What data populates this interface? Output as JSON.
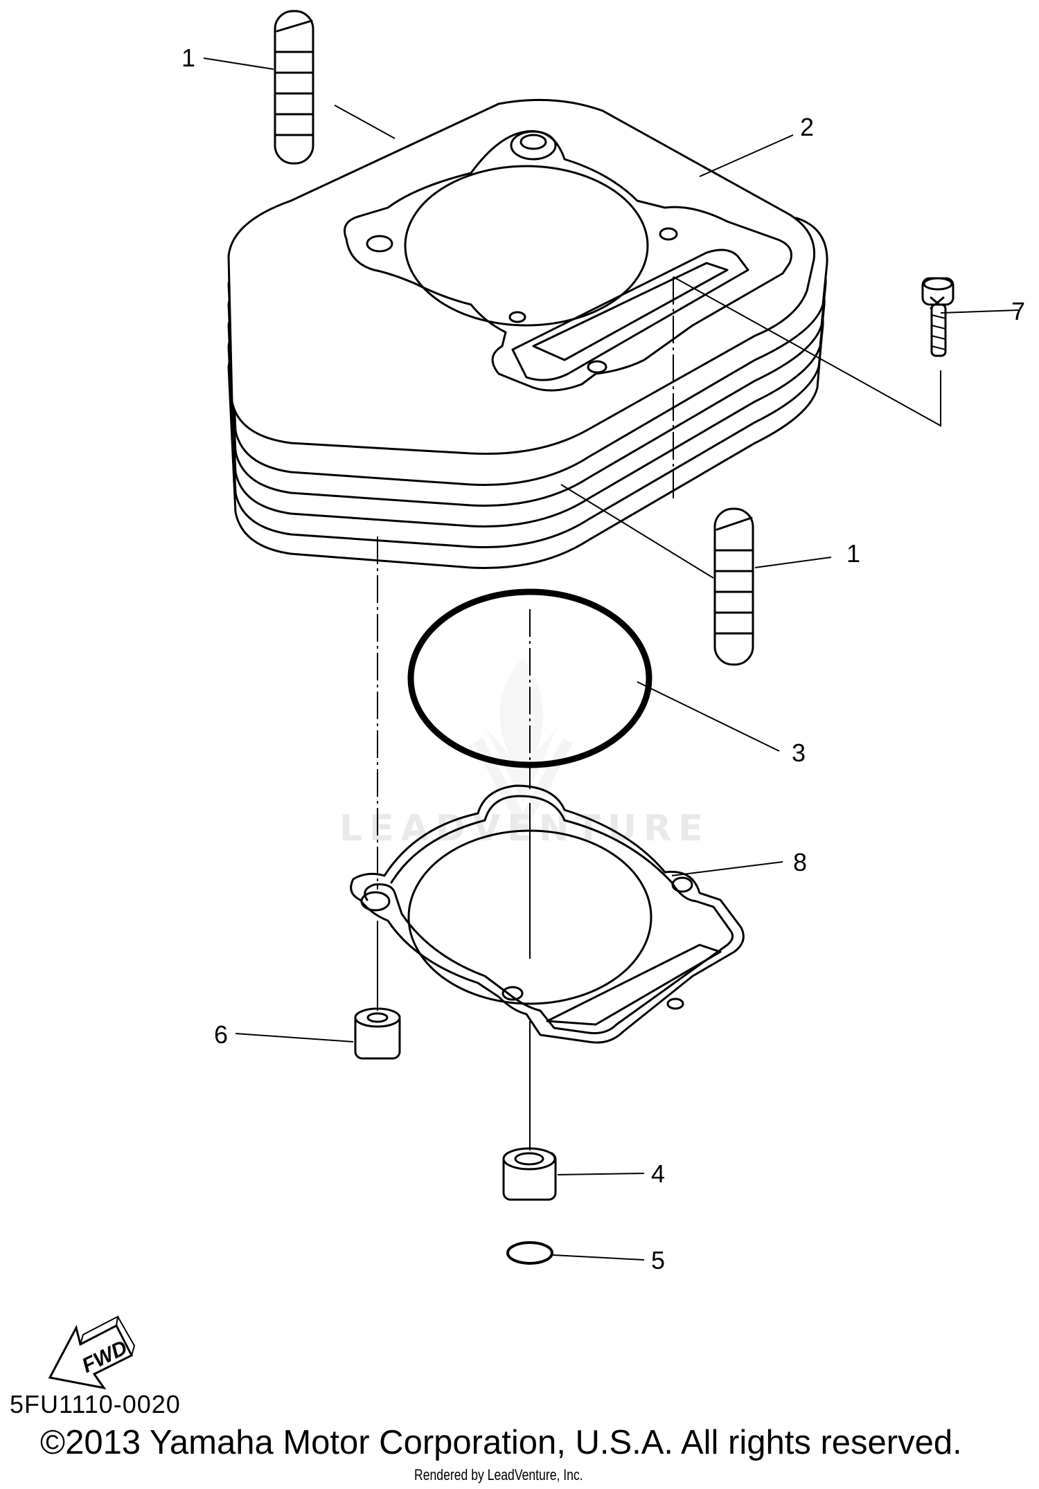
{
  "diagram": {
    "callouts": {
      "pin_top": "1",
      "cylinder": "2",
      "o_ring": "3",
      "dowel_large": "4",
      "o_ring_small": "5",
      "dowel_small": "6",
      "bolt": "7",
      "gasket": "8",
      "pin_right": "1"
    },
    "fwd_label": "FWD",
    "watermark": "LEADVENTURE"
  },
  "footer": {
    "reference_code": "5FU1110-0020",
    "copyright": "©2013 Yamaha Motor Corporation, U.S.A. All rights reserved.",
    "rendered_by": "Rendered by LeadVenture, Inc."
  }
}
